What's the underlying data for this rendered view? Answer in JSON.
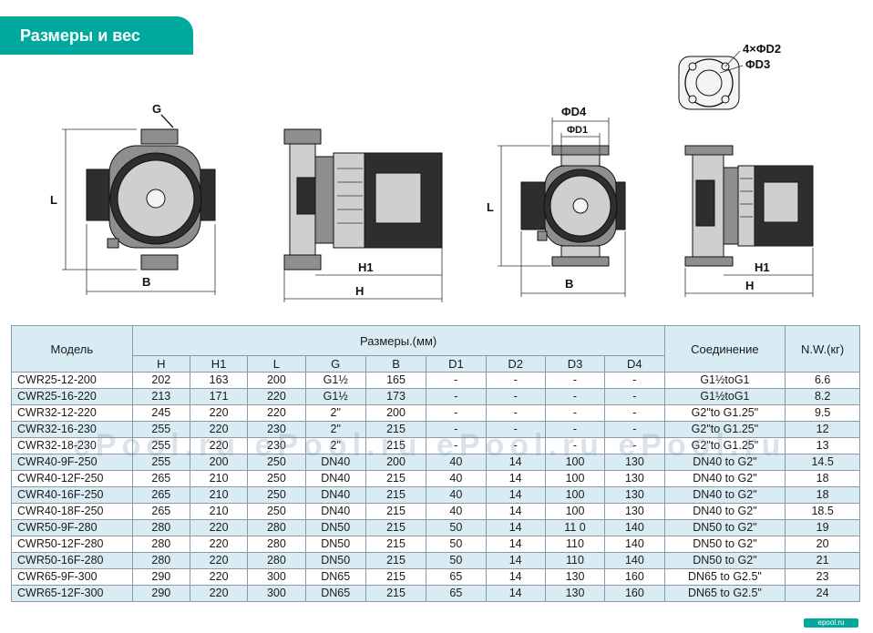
{
  "title": "Размеры и вес",
  "drawings": {
    "labels_fig1": [
      "G",
      "L",
      "B"
    ],
    "labels_fig2": [
      "H1",
      "H"
    ],
    "labels_fig3": [
      "ΦD4",
      "ΦD1",
      "L",
      "B"
    ],
    "labels_fig4": [
      "4×ΦD2",
      "ΦD3",
      "H1",
      "H"
    ]
  },
  "table": {
    "col_model": "Модель",
    "col_dims": "Размеры.(мм)",
    "col_conn": "Соединение",
    "col_weight": "N.W.(кг)",
    "sub_headers": [
      "H",
      "H1",
      "L",
      "G",
      "B",
      "D1",
      "D2",
      "D3",
      "D4"
    ],
    "rows": [
      [
        "CWR25-12-200",
        "202",
        "163",
        "200",
        "G1½",
        "165",
        "-",
        "-",
        "-",
        "-",
        "G1½toG1",
        "6.6"
      ],
      [
        "CWR25-16-220",
        "213",
        "171",
        "220",
        "G1½",
        "173",
        "-",
        "-",
        "-",
        "-",
        "G1½toG1",
        "8.2"
      ],
      [
        "CWR32-12-220",
        "245",
        "220",
        "220",
        "2\"",
        "200",
        "-",
        "-",
        "-",
        "-",
        "G2\"to G1.25\"",
        "9.5"
      ],
      [
        "CWR32-16-230",
        "255",
        "220",
        "230",
        "2\"",
        "215",
        "-",
        "-",
        "-",
        "-",
        "G2\"to G1.25\"",
        "12"
      ],
      [
        "CWR32-18-230",
        "255",
        "220",
        "230",
        "2\"",
        "215",
        "-",
        "-",
        "-",
        "-",
        "G2\"to G1.25\"",
        "13"
      ],
      [
        "CWR40-9F-250",
        "255",
        "200",
        "250",
        "DN40",
        "200",
        "40",
        "14",
        "100",
        "130",
        "DN40 to G2\"",
        "14.5"
      ],
      [
        "CWR40-12F-250",
        "265",
        "210",
        "250",
        "DN40",
        "215",
        "40",
        "14",
        "100",
        "130",
        "DN40 to G2\"",
        "18"
      ],
      [
        "CWR40-16F-250",
        "265",
        "210",
        "250",
        "DN40",
        "215",
        "40",
        "14",
        "100",
        "130",
        "DN40 to G2\"",
        "18"
      ],
      [
        "CWR40-18F-250",
        "265",
        "210",
        "250",
        "DN40",
        "215",
        "40",
        "14",
        "100",
        "130",
        "DN40 to G2\"",
        "18.5"
      ],
      [
        "CWR50-9F-280",
        "280",
        "220",
        "280",
        "DN50",
        "215",
        "50",
        "14",
        "11 0",
        "140",
        "DN50 to G2\"",
        "19"
      ],
      [
        "CWR50-12F-280",
        "280",
        "220",
        "280",
        "DN50",
        "215",
        "50",
        "14",
        "110",
        "140",
        "DN50 to G2\"",
        "20"
      ],
      [
        "CWR50-16F-280",
        "280",
        "220",
        "280",
        "DN50",
        "215",
        "50",
        "14",
        "110",
        "140",
        "DN50 to G2\"",
        "21"
      ],
      [
        "CWR65-9F-300",
        "290",
        "220",
        "300",
        "DN65",
        "215",
        "65",
        "14",
        "130",
        "160",
        "DN65 to G2.5\"",
        "23"
      ],
      [
        "CWR65-12F-300",
        "290",
        "220",
        "300",
        "DN65",
        "215",
        "65",
        "14",
        "130",
        "160",
        "DN65 to G2.5\"",
        "24"
      ]
    ]
  },
  "watermark": "ePool.ru   ePool.ru   ePool.ru   ePool.ru",
  "corner_logo": "epool.ru",
  "colors": {
    "accent": "#00a99d",
    "row_alt": "#d9ecf4",
    "header_bg": "#d9ecf4"
  }
}
